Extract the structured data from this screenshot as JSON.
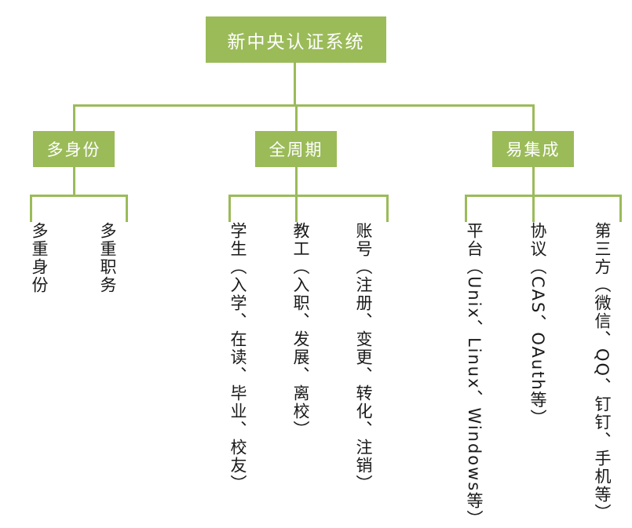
{
  "diagram": {
    "title": "新中央认证系统",
    "accent_color": "#9BBB59",
    "box_text_color": "#FFFFFF",
    "leaf_text_color": "#1A1A1A",
    "root": {
      "label": "新中央认证系统"
    },
    "branches": [
      {
        "label": "多身份",
        "leaves": [
          {
            "label": "多重身份",
            "orientation": "upright"
          },
          {
            "label": "多重职务",
            "orientation": "upright"
          }
        ]
      },
      {
        "label": "全周期",
        "leaves": [
          {
            "label": "学生（入学、在读、毕业、校友）",
            "orientation": "upright"
          },
          {
            "label": "教工（入职、发展、离校）",
            "orientation": "upright"
          },
          {
            "label": "账号（注册、变更、转化、注销）",
            "orientation": "upright"
          }
        ]
      },
      {
        "label": "易集成",
        "leaves": [
          {
            "label": "平台（Unix、Linux、Windows等）",
            "orientation": "mixed"
          },
          {
            "label": "协议（CAS、OAuth等）",
            "orientation": "mixed"
          },
          {
            "label": "第三方（微信、QQ、钉钉、手机等）",
            "orientation": "mixed"
          }
        ]
      }
    ]
  }
}
